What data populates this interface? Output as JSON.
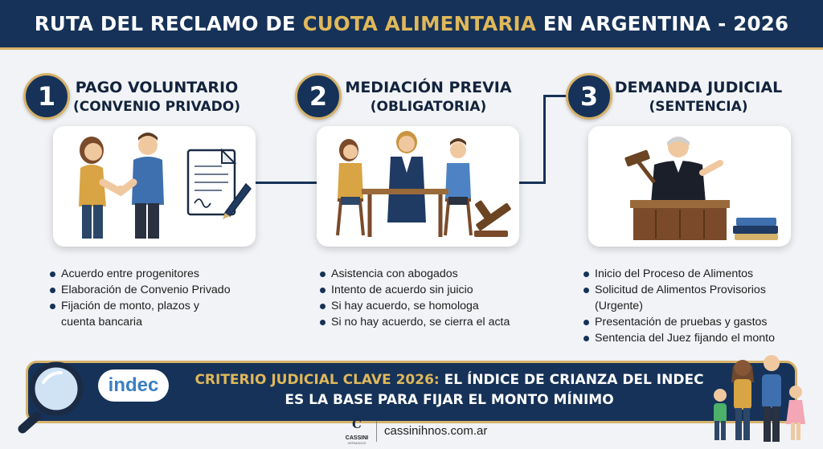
{
  "header": {
    "title_prefix": "RUTA DEL RECLAMO DE ",
    "title_highlight": "CUOTA ALIMENTARIA",
    "title_suffix": " EN ARGENTINA - 2026"
  },
  "steps": [
    {
      "number": "1",
      "title_line1": "PAGO VOLUNTARIO",
      "title_line2": "(CONVENIO PRIVADO)",
      "bullets": [
        "Acuerdo entre progenitores",
        "Elaboración de Convenio Privado",
        "Fijación de monto, plazos y",
        "cuenta bancaria"
      ]
    },
    {
      "number": "2",
      "title_line1": "MEDIACIÓN PREVIA",
      "title_line2": "(OBLIGATORIA)",
      "bullets": [
        "Asistencia con abogados",
        "Intento de acuerdo sin juicio",
        "Si hay acuerdo, se homologa",
        "Si no hay acuerdo, se cierra el acta"
      ]
    },
    {
      "number": "3",
      "title_line1": "DEMANDA JUDICIAL",
      "title_line2": "(SENTENCIA)",
      "bullets": [
        "Inicio del Proceso de Alimentos",
        "Solicitud de Alimentos Provisorios",
        "(Urgente)",
        "Presentación de pruebas y gastos",
        "Sentencia del Juez fijando el monto"
      ]
    }
  ],
  "banner": {
    "highlight": "CRITERIO JUDICIAL CLAVE 2026:",
    "line1_rest": " EL ÍNDICE DE CRIANZA DEL INDEC",
    "line2": "ES LA BASE PARA FIJAR EL MONTO MÍNIMO",
    "badge": "indec"
  },
  "footer": {
    "logo_initial": "C",
    "logo_brand": "CASSINI",
    "logo_sub": "HERMANOS",
    "url": "cassinihnos.com.ar"
  },
  "colors": {
    "navy": "#163258",
    "gold": "#d6b26a",
    "gold_text": "#e0b85a",
    "background": "#f1f3f6"
  }
}
